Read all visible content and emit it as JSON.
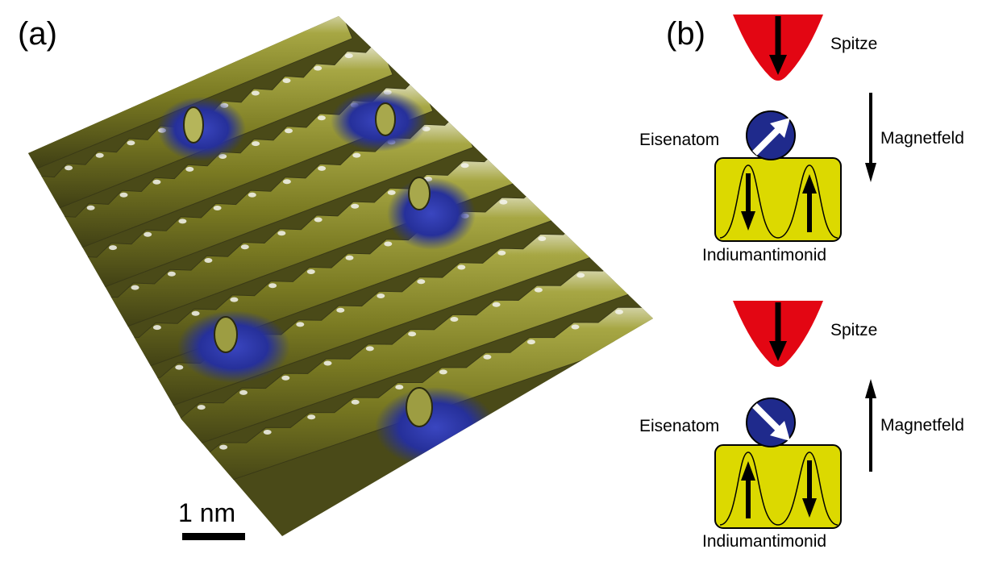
{
  "panel_a": {
    "label": "(a)",
    "scale_bar_label": "1 nm",
    "colors": {
      "surface": "#8c8c2a",
      "highlight": "#e8e8e0",
      "defect": "#26309a",
      "shadow": "#3a3a16"
    }
  },
  "panel_b": {
    "label": "(b)",
    "top": {
      "tip_label": "Spitze",
      "atom_label": "Eisenatom",
      "field_label": "Magnetfeld",
      "substrate_label": "Indiumantimonid",
      "field_direction": "down",
      "atom_spin": "up-right",
      "substrate_spins": [
        "down",
        "up"
      ]
    },
    "bottom": {
      "tip_label": "Spitze",
      "atom_label": "Eisenatom",
      "field_label": "Magnetfeld",
      "substrate_label": "Indiumantimonid",
      "field_direction": "up",
      "atom_spin": "down-right",
      "substrate_spins": [
        "up",
        "down"
      ]
    },
    "colors": {
      "tip": "#e30613",
      "atom": "#1f2a8c",
      "substrate": "#dcd900"
    }
  }
}
